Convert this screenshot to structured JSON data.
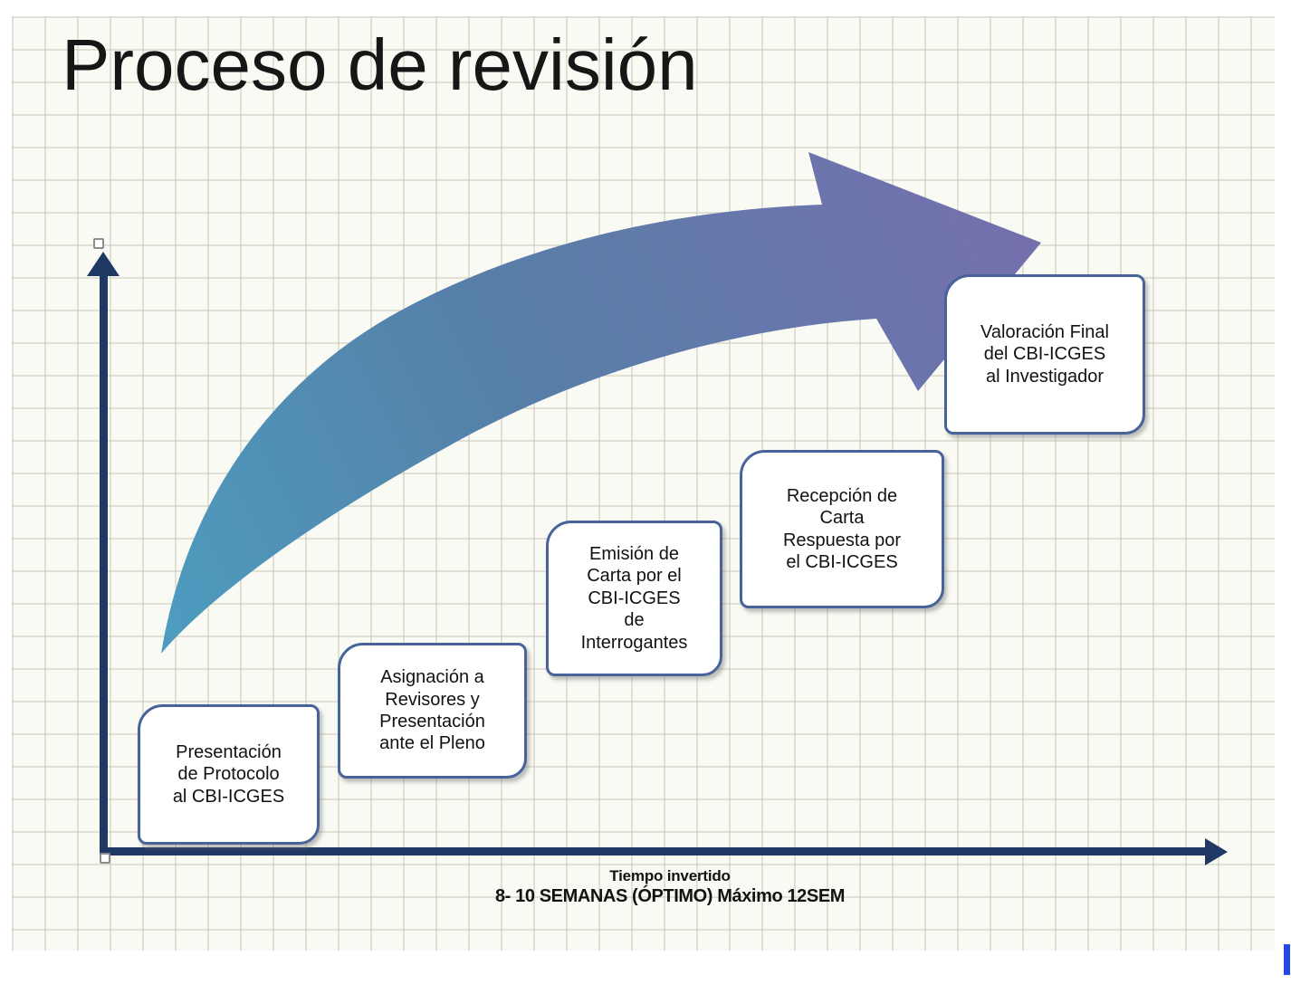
{
  "slide": {
    "title": "Proceso de revisión",
    "steps": [
      {
        "label": "Presentación\nde Protocolo\nal CBI-ICGES"
      },
      {
        "label": "Asignación a\nRevisores y\nPresentación\nante el Pleno"
      },
      {
        "label": "Emisión de\nCarta por el\nCBI-ICGES\nde\nInterrogantes"
      },
      {
        "label": "Recepción de\nCarta\nRespuesta por\nel CBI-ICGES"
      },
      {
        "label": "Valoración Final\ndel CBI-ICGES\nal Investigador"
      }
    ],
    "x_axis": {
      "line1": "Tiempo invertido",
      "line2": "8- 10 SEMANAS (ÓPTIMO) Máximo 12SEM"
    },
    "colors": {
      "axis": "#203864",
      "arrow_gradient_start": "#4D9DC0",
      "arrow_gradient_mid": "#567FA8",
      "arrow_gradient_end": "#7470AE",
      "callout_border": "#47639A",
      "cursor_bar": "#2747E8"
    }
  }
}
